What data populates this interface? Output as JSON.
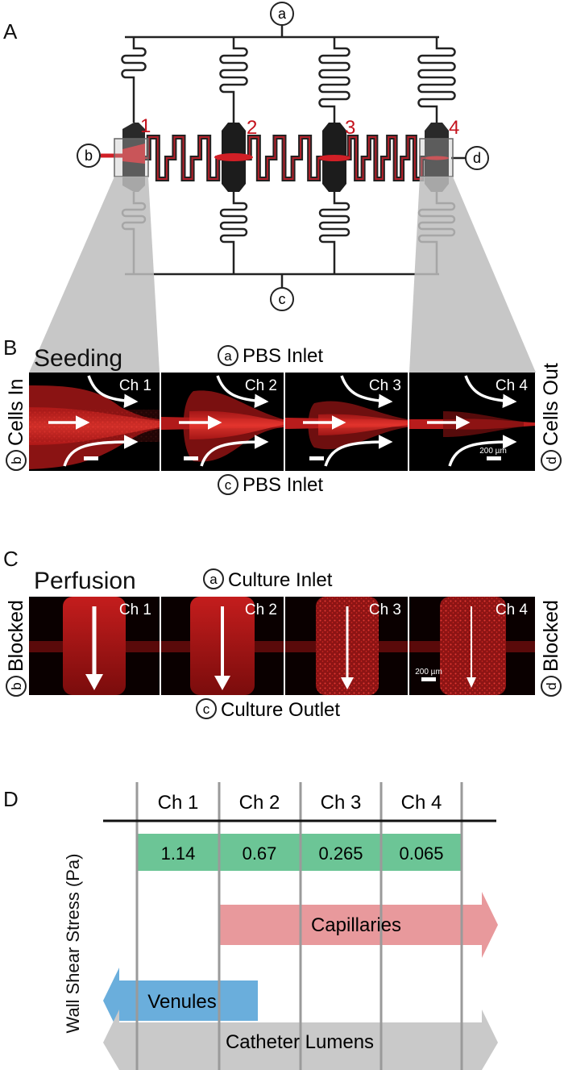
{
  "panel_a": {
    "label": "A",
    "port_a": "a",
    "port_b": "b",
    "port_c": "c",
    "port_d": "d",
    "channel_numbers": [
      "1",
      "2",
      "3",
      "4"
    ]
  },
  "panel_b": {
    "label": "B",
    "title": "Seeding",
    "top_port": "a",
    "top_text": "PBS Inlet",
    "bottom_port": "c",
    "bottom_text": "PBS Inlet",
    "left_port": "b",
    "left_text": "Cells In",
    "right_port": "d",
    "right_text": "Cells Out",
    "channels": [
      "Ch 1",
      "Ch 2",
      "Ch 3",
      "Ch 4"
    ],
    "scale_bar": "200 µm"
  },
  "panel_c": {
    "label": "C",
    "title": "Perfusion",
    "top_port": "a",
    "top_text": "Culture Inlet",
    "bottom_port": "c",
    "bottom_text": "Culture Outlet",
    "left_port": "b",
    "left_text": "Blocked",
    "right_port": "d",
    "right_text": "Blocked",
    "channels": [
      "Ch 1",
      "Ch 2",
      "Ch 3",
      "Ch 4"
    ],
    "scale_bar": "200 µm"
  },
  "panel_d": {
    "label": "D",
    "ylabel": "Wall Shear Stress (Pa)",
    "channels": [
      "Ch 1",
      "Ch 2",
      "Ch 3",
      "Ch 4"
    ],
    "shear_values": [
      "1.14",
      "0.67",
      "0.265",
      "0.065"
    ],
    "ranges": [
      {
        "name": "Capillaries",
        "color": "#e8999c"
      },
      {
        "name": "Venules",
        "color": "#6aaedc"
      },
      {
        "name": "Catheter Lumens",
        "color": "#c9c9c9"
      }
    ],
    "value_color": "#6cc596"
  },
  "colors": {
    "accent_red": "#d11f26",
    "chamber_dark": "#1c1c1c",
    "line": "#222222"
  }
}
